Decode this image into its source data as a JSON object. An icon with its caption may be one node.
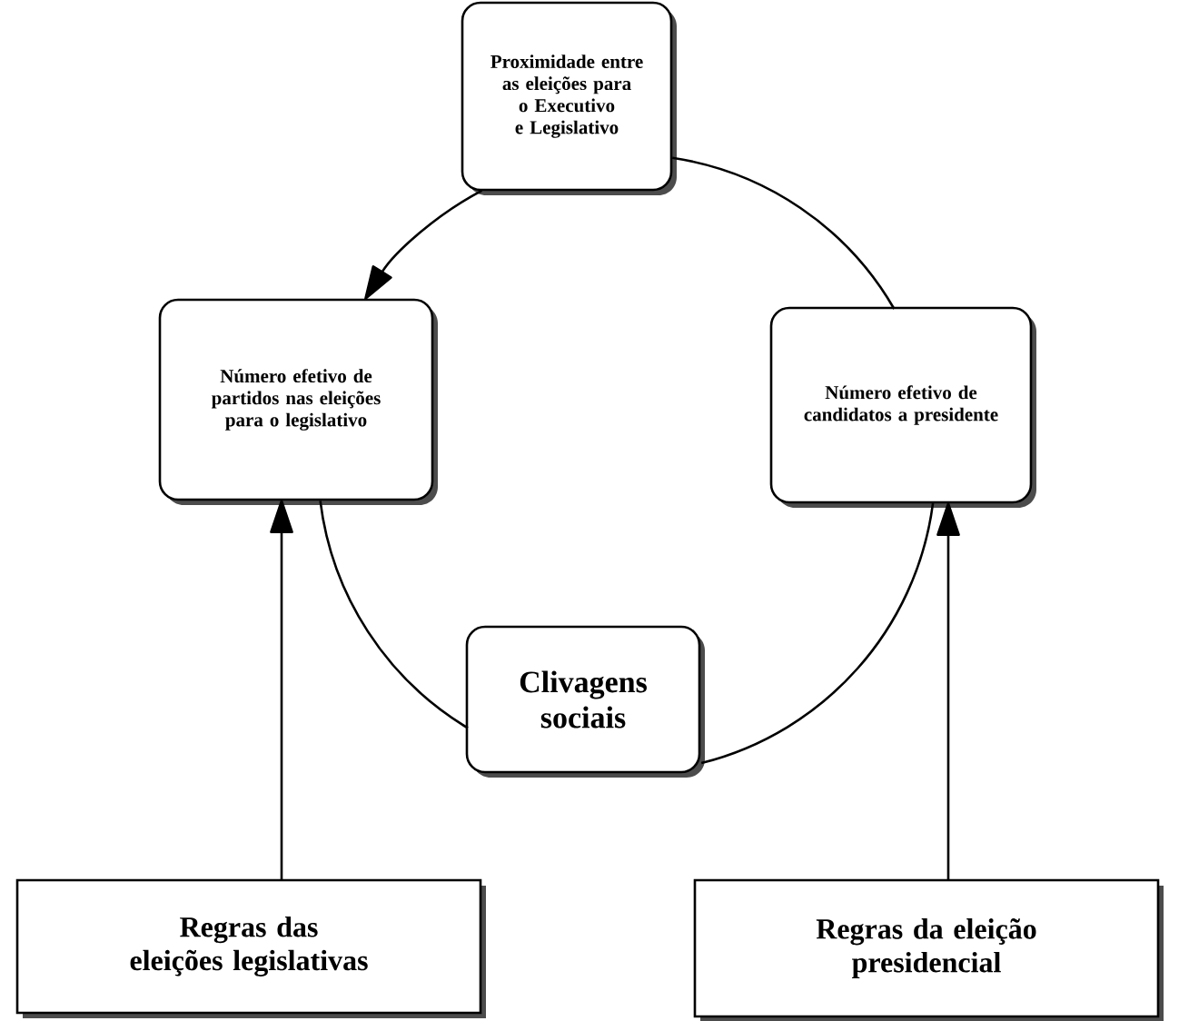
{
  "diagram": {
    "nodes": [
      {
        "text": [
          "Proximidade entre as eleições para o Executivo e Legislativo"
        ]
      },
      {
        "text": [
          "Número efetivo de partidos nas eleições para o legislativo"
        ]
      },
      {
        "text": [
          "Número efetivo de candidatos a presidente"
        ]
      },
      {
        "text": [
          "Clivagens sociais"
        ]
      },
      {
        "text": [
          "Regras das eleições legislativas"
        ]
      },
      {
        "text": [
          "Regras da eleição presidencial"
        ]
      }
    ],
    "edges": [
      {
        "from": 0,
        "to": 1,
        "arrow": "to"
      },
      {
        "from": 1,
        "to": 3,
        "arrow": "none"
      },
      {
        "from": 3,
        "to": 2,
        "arrow": "none"
      },
      {
        "from": 2,
        "to": 0,
        "arrow": "none"
      },
      {
        "from": 4,
        "to": 1,
        "arrow": "to"
      },
      {
        "from": 5,
        "to": 2,
        "arrow": "to"
      }
    ]
  }
}
